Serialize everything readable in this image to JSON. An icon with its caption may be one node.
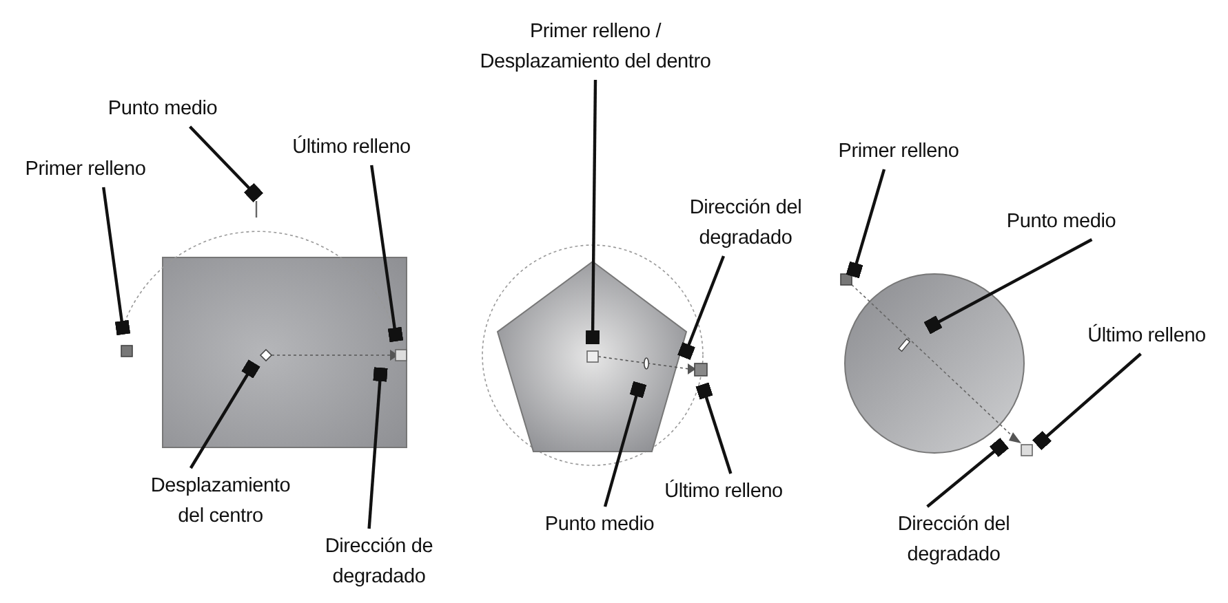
{
  "diagram": {
    "nodes": [
      {
        "text": [
          "Punto medio"
        ]
      },
      {
        "text": [
          "Primer relleno"
        ]
      },
      {
        "text": [
          "Último relleno"
        ]
      },
      {
        "text": [
          "Desplazamiento del centro"
        ]
      },
      {
        "text": [
          "Dirección de degradado"
        ]
      },
      {
        "text": [
          "Primer relleno / Desplazamiento del dentro"
        ]
      },
      {
        "text": [
          "Dirección del degradado"
        ]
      },
      {
        "text": [
          "Último relleno"
        ]
      },
      {
        "text": [
          "Punto medio"
        ]
      },
      {
        "text": [
          "Primer relleno"
        ]
      },
      {
        "text": [
          "Punto medio"
        ]
      },
      {
        "text": [
          "Último relleno"
        ]
      },
      {
        "text": [
          "Dirección del degradado"
        ]
      },
      {
        "text": [],
        "shape": "picture"
      },
      {
        "text": [],
        "shape": "picture"
      },
      {
        "text": [],
        "shape": "picture"
      }
    ],
    "edges": [
      {
        "from": 0,
        "to": 13,
        "arrow": "other"
      },
      {
        "from": 1,
        "to": 13,
        "arrow": "other"
      },
      {
        "from": 2,
        "to": 13,
        "arrow": "other"
      },
      {
        "from": 3,
        "to": 13,
        "arrow": "other"
      },
      {
        "from": 4,
        "to": 13,
        "arrow": "other"
      },
      {
        "from": 5,
        "to": 14,
        "arrow": "other"
      },
      {
        "from": 6,
        "to": 14,
        "arrow": "other"
      },
      {
        "from": 7,
        "to": 14,
        "arrow": "other"
      },
      {
        "from": 8,
        "to": 14,
        "arrow": "other"
      },
      {
        "from": 9,
        "to": 15,
        "arrow": "other"
      },
      {
        "from": 10,
        "to": 15,
        "arrow": "other"
      },
      {
        "from": 11,
        "to": 15,
        "arrow": "other"
      },
      {
        "from": 12,
        "to": 15,
        "arrow": "other"
      }
    ]
  }
}
